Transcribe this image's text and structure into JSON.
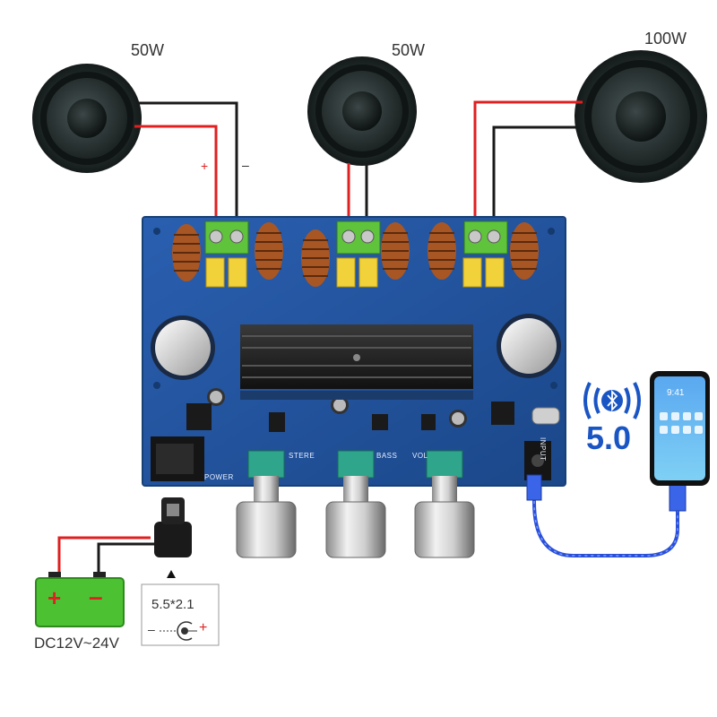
{
  "speakers": [
    {
      "power": "50W",
      "plus": "+",
      "minus": "–"
    },
    {
      "power": "50W"
    },
    {
      "power": "100W"
    }
  ],
  "board": {
    "knob_labels": [
      "STERE",
      "BASS",
      "VOL"
    ],
    "power_label": "POWER",
    "input_label": "INPUT"
  },
  "bluetooth": {
    "version": "5.0"
  },
  "phone": {
    "time": "9:41"
  },
  "power_supply": {
    "range": "DC12V~24V",
    "battery_plus": "+",
    "battery_minus": "–"
  },
  "jack": {
    "size": "5.5*2.1",
    "minus": "–",
    "plus": "+"
  },
  "colors": {
    "board": "#1f4f9c",
    "wire_red": "#e02020",
    "wire_black": "#1a1a1a",
    "battery": "#4cc233",
    "bluetooth": "#1a55c4",
    "usb_cable": "#2a4fd8"
  }
}
